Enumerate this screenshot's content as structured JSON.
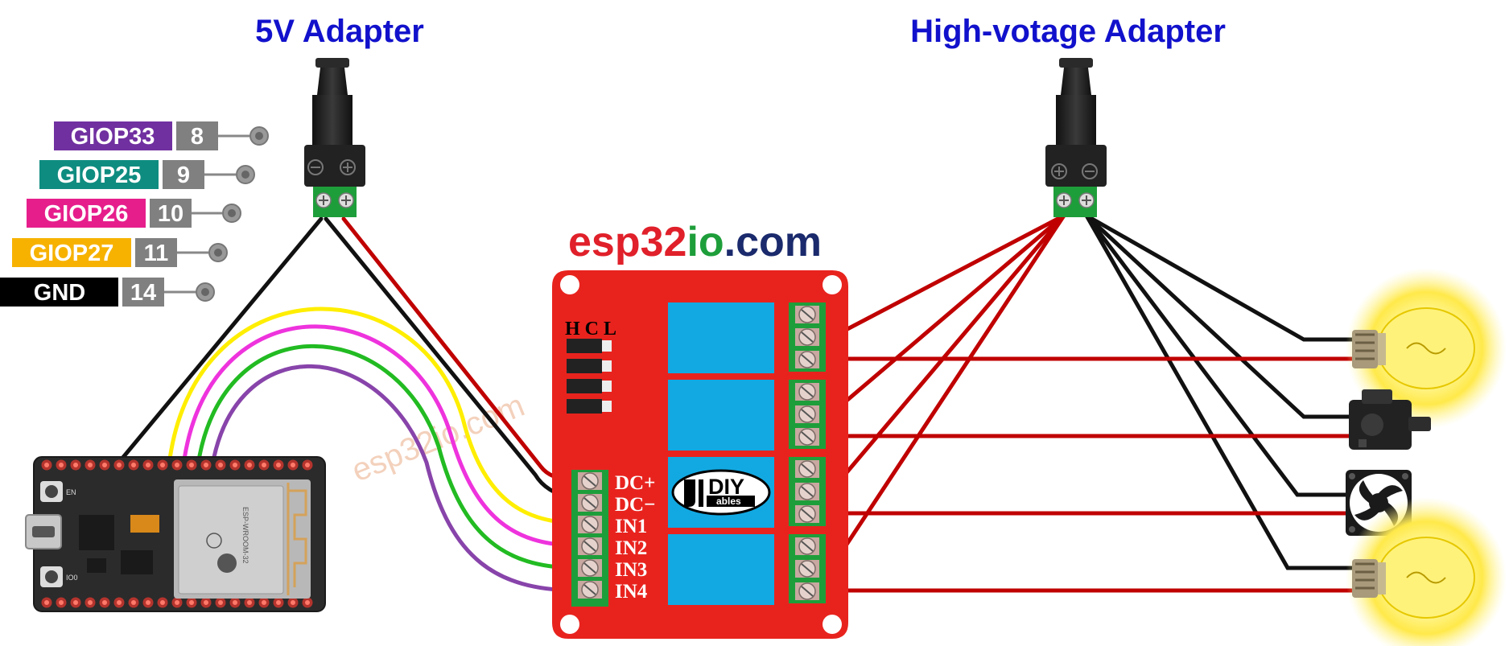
{
  "titles": {
    "adapter_5v": "5V Adapter",
    "adapter_hv": "High-votage Adapter"
  },
  "brand": {
    "part1": "esp32",
    "part2": "io",
    "part3": ".com"
  },
  "watermark": "esp32io.com",
  "pins": [
    {
      "label": "GIOP33",
      "number": "8",
      "color": "#7030a0"
    },
    {
      "label": "GIOP25",
      "number": "9",
      "color": "#0f8c80"
    },
    {
      "label": "GIOP26",
      "number": "10",
      "color": "#e61e8c"
    },
    {
      "label": "GIOP27",
      "number": "11",
      "color": "#f7b200"
    },
    {
      "label": "GND",
      "number": "14",
      "color": "#000000"
    }
  ],
  "relay": {
    "jumper_header": "H C L",
    "terminals": [
      "DC+",
      "DC−",
      "IN1",
      "IN2",
      "IN3",
      "IN4"
    ],
    "logo_text": "DIY",
    "logo_sub": "ables"
  },
  "esp32_board": {
    "button_en": "EN",
    "button_io0": "IO0",
    "module_text": "ESP-WROOM-32"
  },
  "colors": {
    "title_blue": "#1111cc",
    "relay_red": "#e8231e",
    "relay_blue": "#12a9e2",
    "wire_red": "#c00000",
    "wire_black": "#111111",
    "wire_yellow": "#ffee00",
    "wire_magenta": "#ee33dd",
    "wire_green": "#22bb22",
    "wire_purple": "#8844aa",
    "brand_red": "#e0202a",
    "brand_green": "#1e9e3a",
    "brand_navy": "#1a2a6c"
  },
  "loads": [
    "light-bulb-icon",
    "water-pump-icon",
    "fan-icon",
    "light-bulb-icon"
  ]
}
